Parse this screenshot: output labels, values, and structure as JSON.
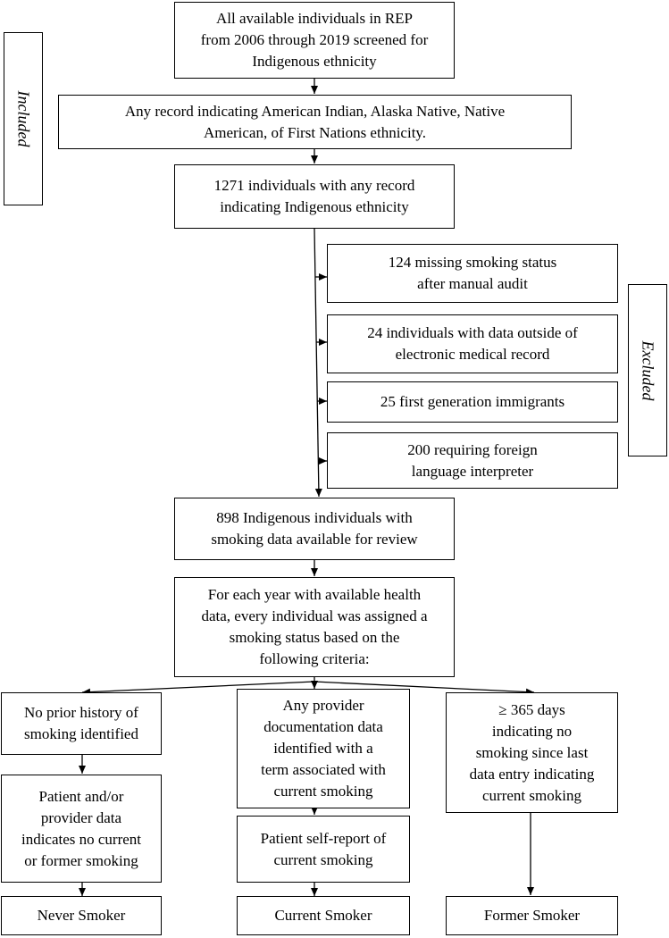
{
  "side_labels": {
    "included": "Included",
    "excluded": "Excluded"
  },
  "boxes": {
    "screened": "All available individuals in REP\nfrom 2006 through 2019 screened for\nIndigenous ethnicity",
    "any_record": "Any record indicating American Indian, Alaska Native, Native\nAmerican, of First Nations ethnicity.",
    "n1271": "1271 individuals with any record\nindicating Indigenous ethnicity",
    "ex_missing": "124 missing smoking status\nafter manual audit",
    "ex_outside": "24 individuals with data outside of\nelectronic medical record",
    "ex_immigrants": "25 first generation immigrants",
    "ex_interpreter": "200 requiring foreign\nlanguage interpreter",
    "n898": "898 Indigenous individuals with\nsmoking data available for review",
    "criteria": "For each year with available health\ndata, every individual was assigned a\nsmoking status based on the\nfollowing criteria:",
    "no_history": "No prior history of\nsmoking identified",
    "no_current": "Patient and/or\nprovider data\nindicates no current\nor former smoking",
    "never": "Never Smoker",
    "provider_doc": "Any provider\ndocumentation data\nidentified with a\nterm associated with\ncurrent smoking",
    "self_report": "Patient self-report of\ncurrent smoking",
    "current": "Current Smoker",
    "days365": "≥ 365 days\nindicating no\nsmoking since last\ndata entry indicating\ncurrent smoking",
    "former": "Former Smoker"
  }
}
